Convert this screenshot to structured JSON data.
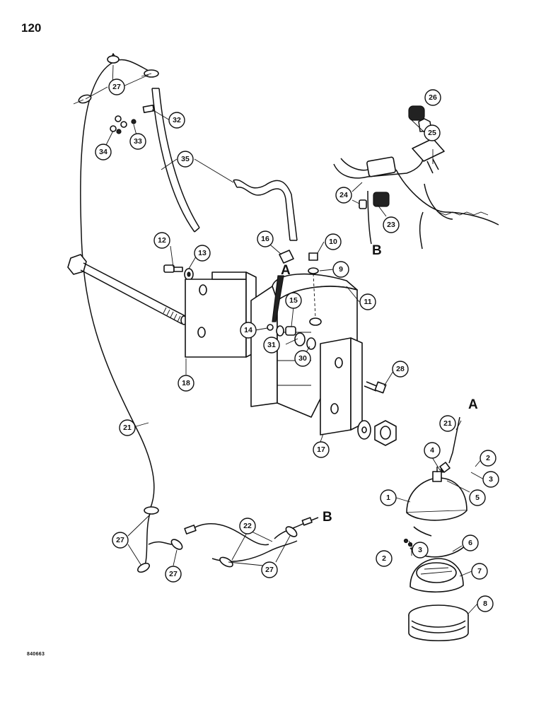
{
  "page": {
    "number": "120",
    "footer_code": "840663"
  },
  "letters": [
    "A",
    "B"
  ],
  "callouts": [
    "1",
    "2",
    "3",
    "4",
    "5",
    "6",
    "7",
    "8",
    "9",
    "10",
    "11",
    "12",
    "13",
    "14",
    "15",
    "16",
    "17",
    "18",
    "21",
    "22",
    "23",
    "24",
    "25",
    "26",
    "27",
    "28",
    "30",
    "31",
    "32",
    "33",
    "34",
    "35"
  ]
}
